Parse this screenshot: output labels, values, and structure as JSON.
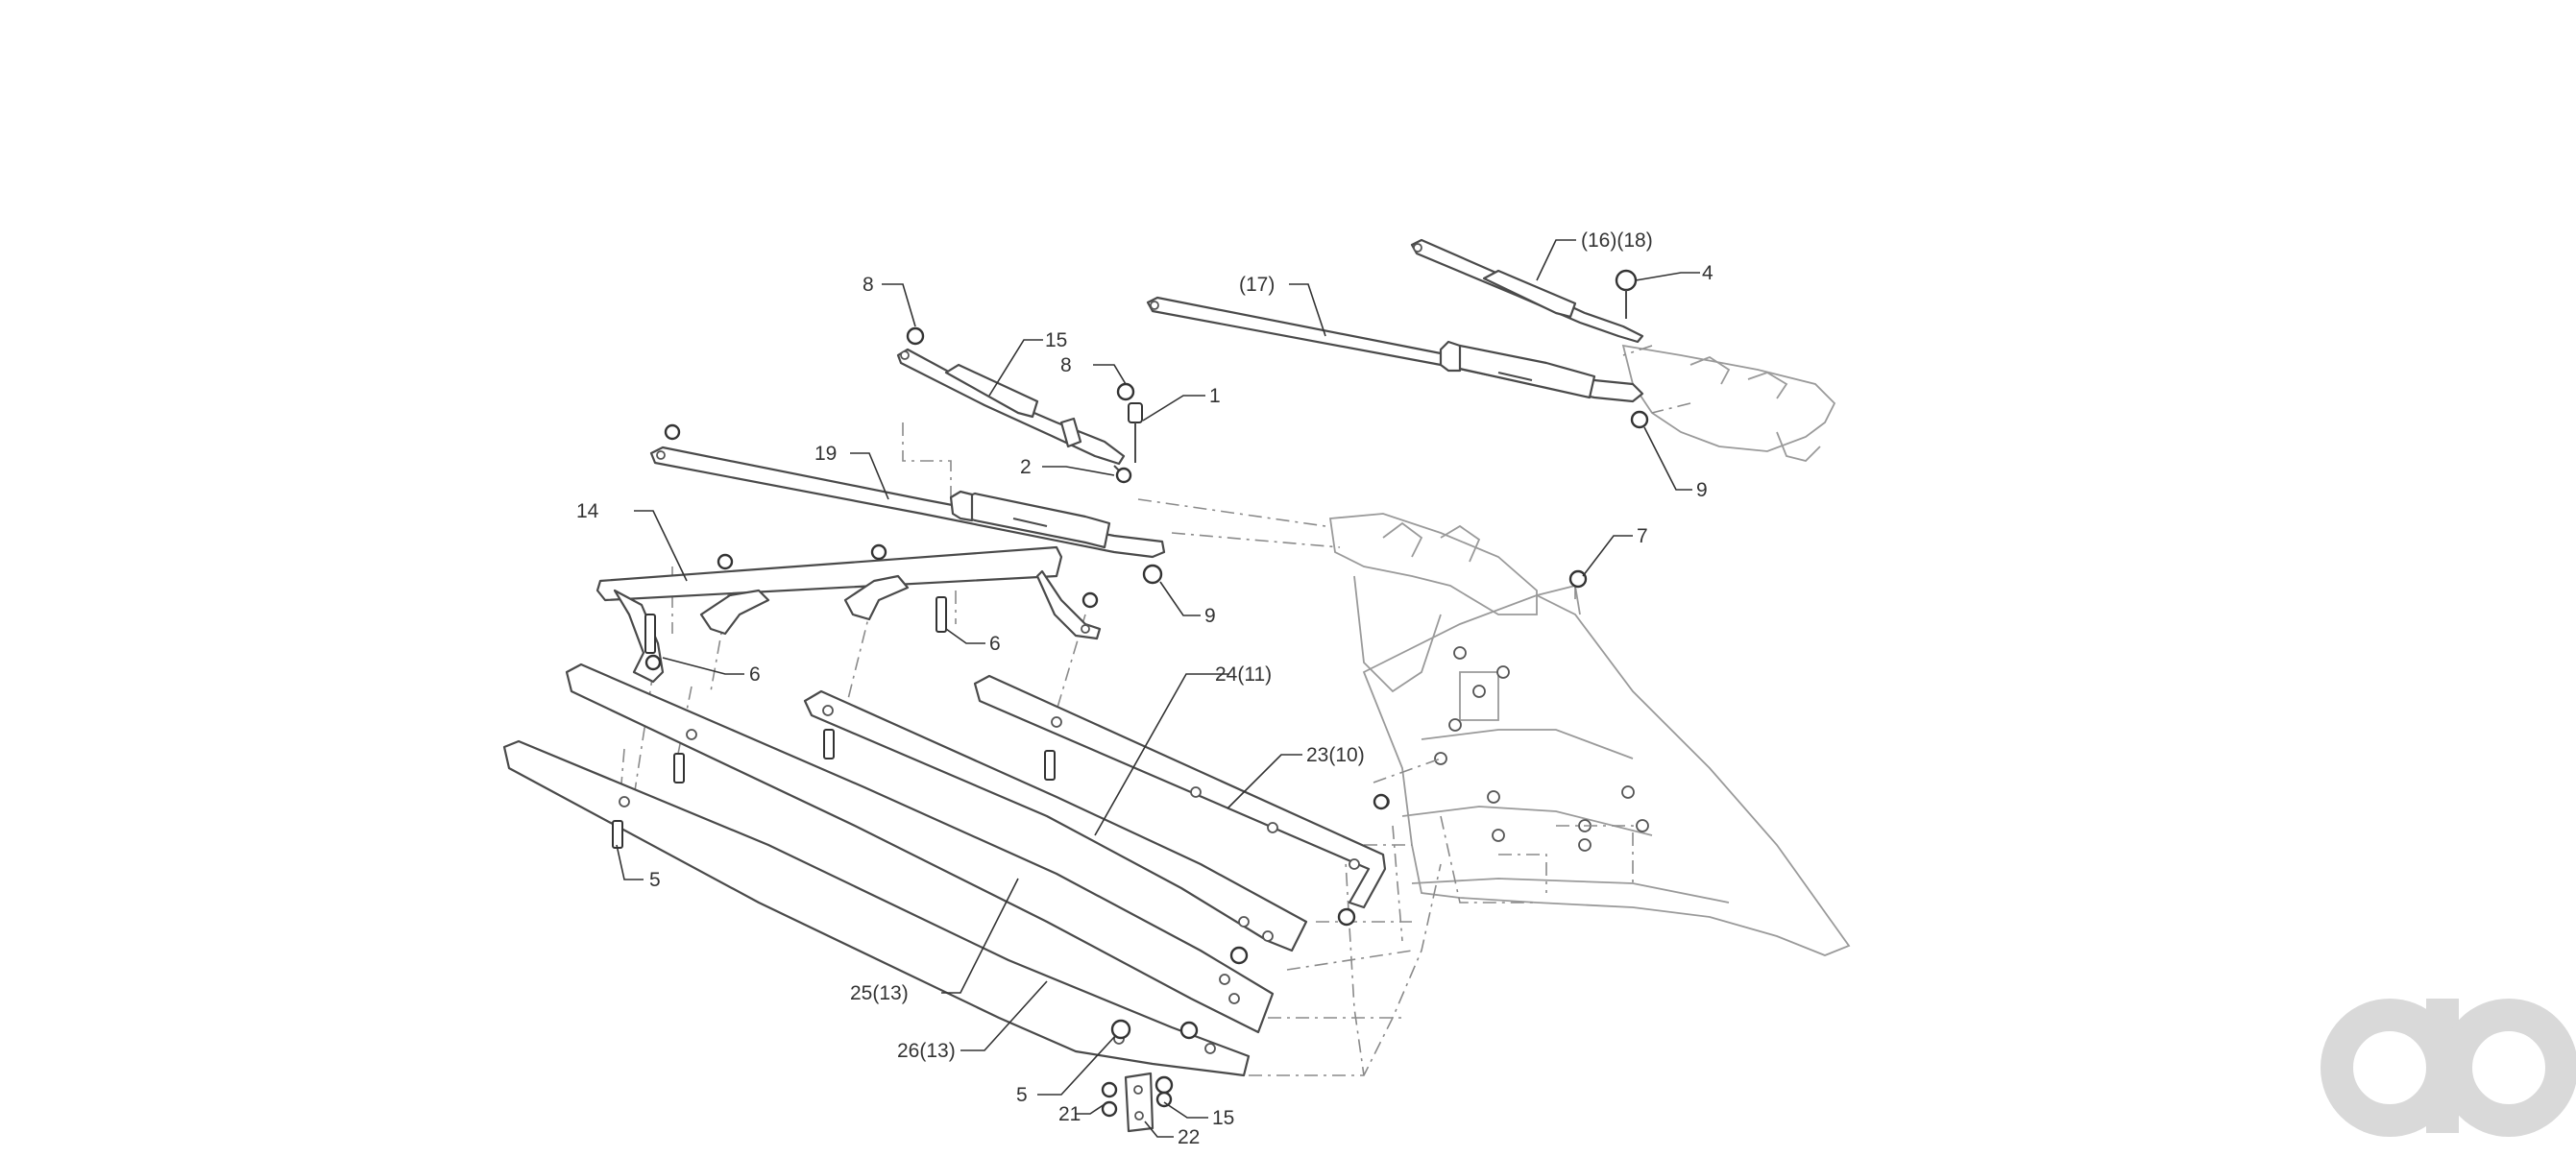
{
  "diagram": {
    "callouts": {
      "c1": "1",
      "c2": "2",
      "c4": "4",
      "c5a": "5",
      "c5b": "5",
      "c6a": "6",
      "c6b": "6",
      "c7": "7",
      "c8a": "8",
      "c8b": "8",
      "c9a": "9",
      "c9b": "9",
      "c14": "14",
      "c15a": "15",
      "c15b": "15",
      "c16": "(16)(18)",
      "c17": "(17)",
      "c19": "19",
      "c21": "21",
      "c22": "22",
      "c23": "23(10)",
      "c24": "24(11)",
      "c25": "25(13)",
      "c26": "26(13)"
    }
  },
  "logo": {
    "text": "ao",
    "color": "#d9d9d9"
  }
}
